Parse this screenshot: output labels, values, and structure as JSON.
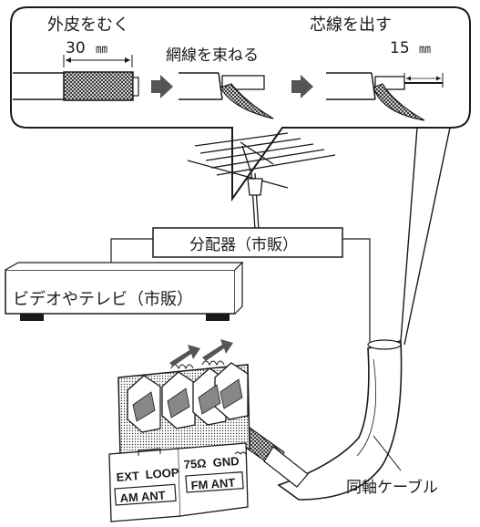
{
  "steps": {
    "strip_outer": {
      "label": "外皮をむく",
      "length": "30",
      "unit": "㎜"
    },
    "bundle_mesh": {
      "label": "網線を束ねる"
    },
    "expose_core": {
      "label": "芯線を出す",
      "length": "15",
      "unit": "㎜"
    }
  },
  "devices": {
    "splitter": "分配器（市販）",
    "video_tv": "ビデオやテレビ（市販）"
  },
  "terminals": {
    "ext": "EXT",
    "loop": "LOOP",
    "am_ant": "AM ANT",
    "ohm75": "75Ω",
    "gnd": "GND",
    "fm_ant": "FM ANT"
  },
  "cable_label": "同軸ケーブル"
}
